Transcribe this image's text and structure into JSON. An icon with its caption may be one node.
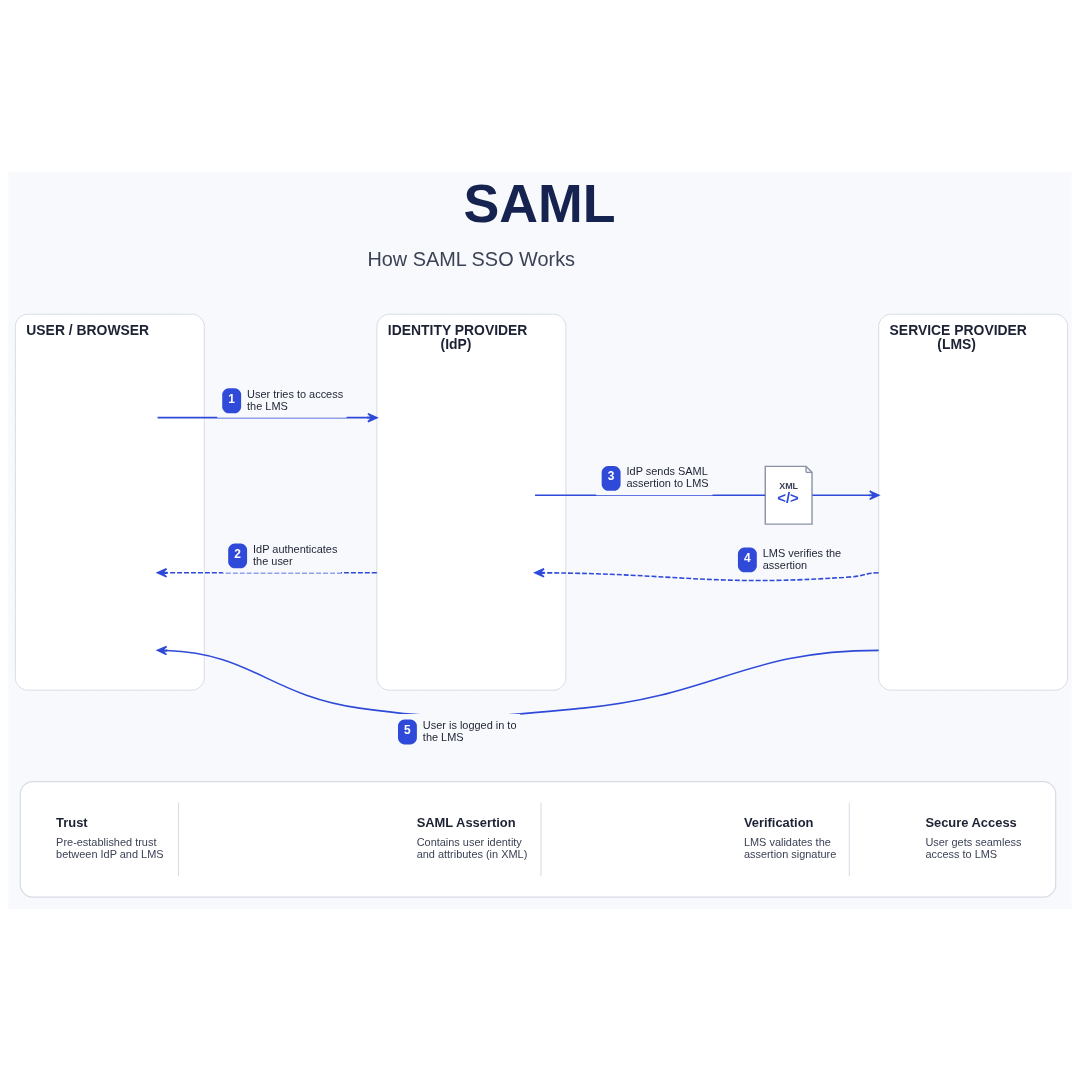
{
  "diagram": {
    "title": "SAML",
    "nodes": [
      {
        "text": [
          "USER / BROWSER"
        ]
      },
      {
        "text": [
          "IDENTITY PROVIDER (IdP)"
        ]
      },
      {
        "text": [
          "XML",
          "</>"
        ]
      },
      {
        "text": [
          "SERVICE PROVIDER (LMS)"
        ]
      },
      {
        "text": [],
        "shape": "box"
      },
      {
        "text": [
          "Trust",
          "Pre-established trust between IdP and LMS"
        ],
        "in": 4
      },
      {
        "text": [
          "SAML Assertion",
          "Contains user identity and attributes (in XML)"
        ],
        "in": 4
      },
      {
        "text": [
          "Verification",
          "LMS validates the assertion signature"
        ],
        "in": 4
      },
      {
        "text": [
          "Secure Access",
          "User gets seamless access to LMS"
        ],
        "in": 4
      }
    ],
    "edges": [
      {
        "from": 0,
        "to": 1,
        "arrow": "to",
        "label": "1 User tries to access the LMS"
      },
      {
        "from": 1,
        "to": 0,
        "arrow": "to",
        "label": "2 IdP authenticates the user",
        "style": "dashed"
      },
      {
        "from": 1,
        "to": 2,
        "arrow": "none",
        "label": "3 IdP sends SAML assertion to LMS"
      },
      {
        "from": 2,
        "to": 3,
        "arrow": "to"
      },
      {
        "from": 3,
        "to": 1,
        "arrow": "to",
        "label": "4 LMS verifies the assertion",
        "style": "dashed"
      },
      {
        "from": 3,
        "to": 0,
        "arrow": "to",
        "label": "5 User is logged in to the LMS"
      }
    ],
    "labels": [
      "How SAML SSO Works"
    ]
  }
}
